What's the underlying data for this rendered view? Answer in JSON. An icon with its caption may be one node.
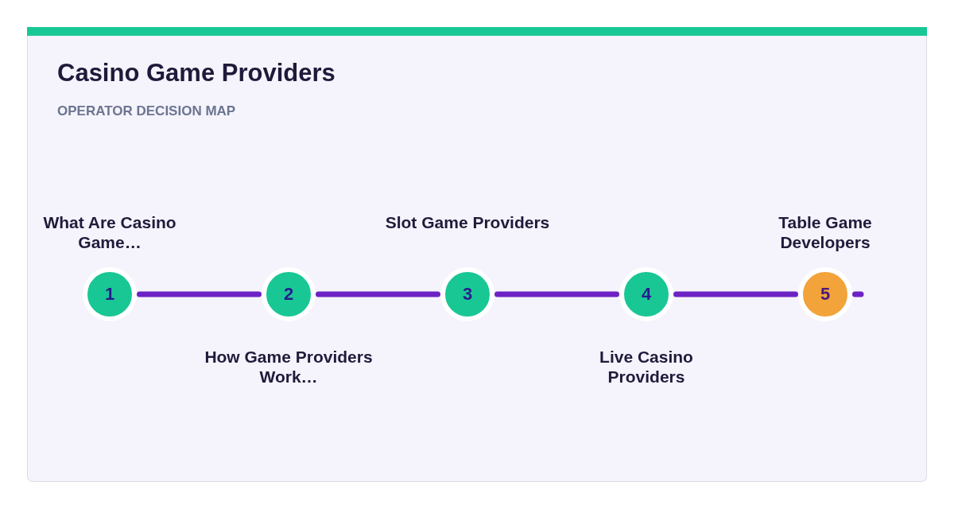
{
  "diagram": {
    "title": "Casino Game Providers",
    "nodes": [
      {
        "text": [
          "1"
        ],
        "beside": [
          "What Are Casino Game…"
        ]
      },
      {
        "text": [
          "2"
        ],
        "beside": [
          "How Game Providers Work…"
        ]
      },
      {
        "text": [
          "3"
        ],
        "beside": [
          "Slot Game Providers"
        ]
      },
      {
        "text": [
          "4"
        ],
        "beside": [
          "Live Casino Providers"
        ]
      },
      {
        "text": [
          "5"
        ],
        "beside": [
          "Table Game Developers"
        ]
      }
    ],
    "edges": [
      {
        "from": 0,
        "to": 1,
        "arrow": "none"
      },
      {
        "from": 1,
        "to": 2,
        "arrow": "none"
      },
      {
        "from": 2,
        "to": 3,
        "arrow": "none"
      },
      {
        "from": 3,
        "to": 4,
        "arrow": "none"
      },
      {
        "from": 4,
        "to": null,
        "arrow": "none"
      }
    ],
    "labels": [
      "OPERATOR DECISION MAP"
    ]
  }
}
